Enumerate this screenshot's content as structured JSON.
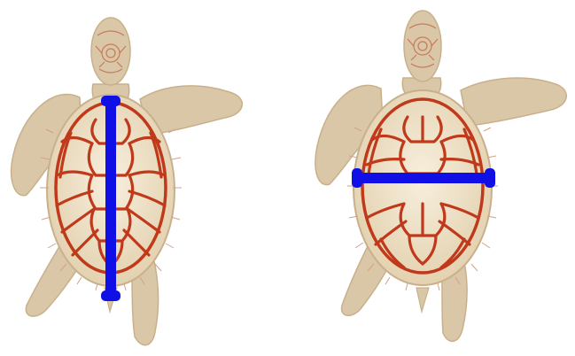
{
  "figure": {
    "panels": [
      {
        "id": "curved-carapace-length",
        "measurement_orientation": "vertical"
      },
      {
        "id": "curved-carapace-width",
        "measurement_orientation": "horizontal"
      }
    ],
    "colors": {
      "background": "#ffffff",
      "skin": "#d9c7a7",
      "skin_outline": "#c9b08c",
      "shell_fill": "#ebdcc0",
      "shell_highlight": "#f5ecd9",
      "scute_lines": "#c0391b",
      "measure_line": "#1010e6"
    }
  }
}
